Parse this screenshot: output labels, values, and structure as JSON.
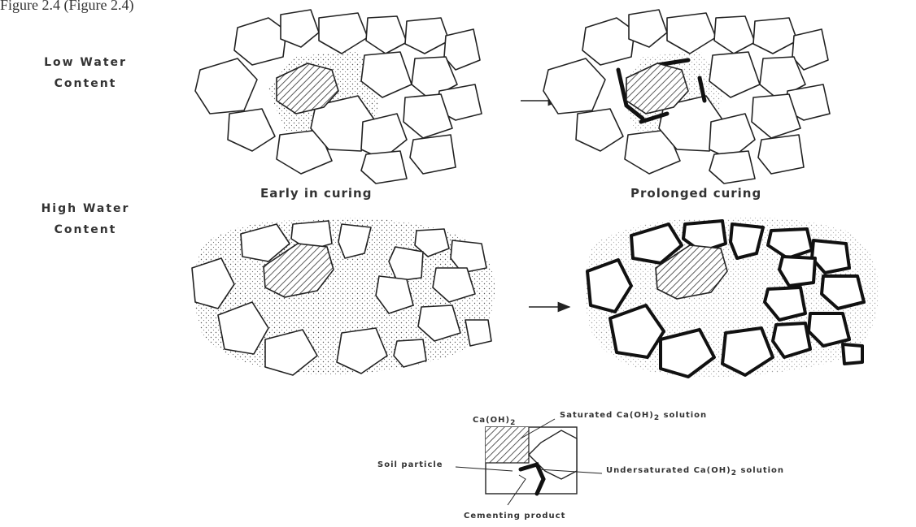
{
  "caption_fragment": "Figure 2.4 (Figure 2.4)",
  "rows": {
    "low": {
      "line1": "Low Water",
      "line2": "Content"
    },
    "high": {
      "line1": "High Water",
      "line2": "Content"
    }
  },
  "stages": {
    "early": "Early in curing",
    "prolonged": "Prolonged curing"
  },
  "legend": {
    "caoh2_base": "Ca(OH)",
    "caoh2_sub": "2",
    "saturated_base": "Saturated Ca(OH)",
    "saturated_sub": "2",
    "saturated_tail": " solution",
    "soil_particle": "Soil particle",
    "undersaturated_base": "Undersaturated Ca(OH)",
    "undersaturated_sub": "2",
    "undersaturated_tail": " solution",
    "cementing_product": "Cementing product"
  }
}
